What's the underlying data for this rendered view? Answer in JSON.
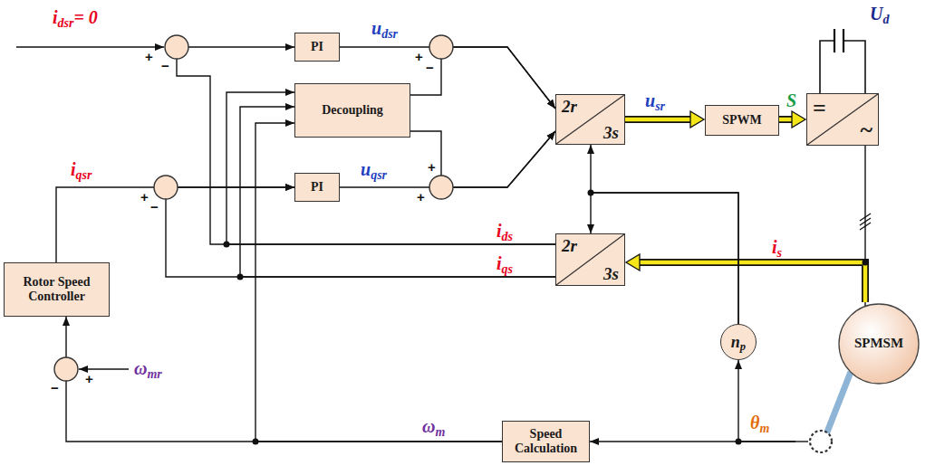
{
  "diagram": {
    "nodes": [
      {
        "text": [
          "PI"
        ]
      },
      {
        "text": [
          "Decoupling"
        ]
      },
      {
        "text": [
          "PI"
        ]
      },
      {
        "text": [
          "2r",
          "3s"
        ]
      },
      {
        "text": [
          "SPWM"
        ]
      },
      {
        "text": [
          "=",
          "~"
        ]
      },
      {
        "text": [
          "2r",
          "3s"
        ]
      },
      {
        "text": [
          "Rotor Speed Controller"
        ]
      },
      {
        "text": [
          "np"
        ]
      },
      {
        "text": [
          "SPMSM"
        ]
      },
      {
        "text": [
          "Speed Calculation"
        ]
      }
    ],
    "edges": [
      {
        "from": 0,
        "to": 3,
        "arrow": "to",
        "label": "udsr"
      },
      {
        "from": 1,
        "to": 3,
        "arrow": "to"
      },
      {
        "from": 1,
        "to": 3,
        "arrow": "to"
      },
      {
        "from": 2,
        "to": 3,
        "arrow": "to",
        "label": "uqsr"
      },
      {
        "from": 3,
        "to": 4,
        "arrow": "to",
        "label": "usr"
      },
      {
        "from": 4,
        "to": 5,
        "arrow": "to",
        "label": "S"
      },
      {
        "from": 5,
        "to": 9,
        "arrow": "none"
      },
      {
        "from": 9,
        "to": 6,
        "arrow": "to",
        "label": "is"
      },
      {
        "from": 6,
        "to": 0,
        "arrow": "to",
        "label": "ids"
      },
      {
        "from": 6,
        "to": 1,
        "arrow": "to"
      },
      {
        "from": 6,
        "to": 2,
        "arrow": "to",
        "label": "iqs"
      },
      {
        "from": 6,
        "to": 1,
        "arrow": "to"
      },
      {
        "from": 9,
        "to": 8,
        "arrow": "to",
        "label": "θm"
      },
      {
        "from": 9,
        "to": 10,
        "arrow": "to"
      },
      {
        "from": 8,
        "to": 3,
        "arrow": "to"
      },
      {
        "from": 8,
        "to": 6,
        "arrow": "to"
      },
      {
        "from": 10,
        "to": 7,
        "arrow": "to",
        "label": "ωm"
      },
      {
        "from": 10,
        "to": 1,
        "arrow": "to"
      },
      {
        "from": 7,
        "to": 2,
        "arrow": "to",
        "label": "iqsr"
      }
    ],
    "labels": [
      "idsr= 0",
      "Ud",
      "ωmr",
      "+",
      "−",
      "+",
      "−",
      "+",
      "+",
      "+",
      "−",
      "+",
      "−"
    ]
  }
}
